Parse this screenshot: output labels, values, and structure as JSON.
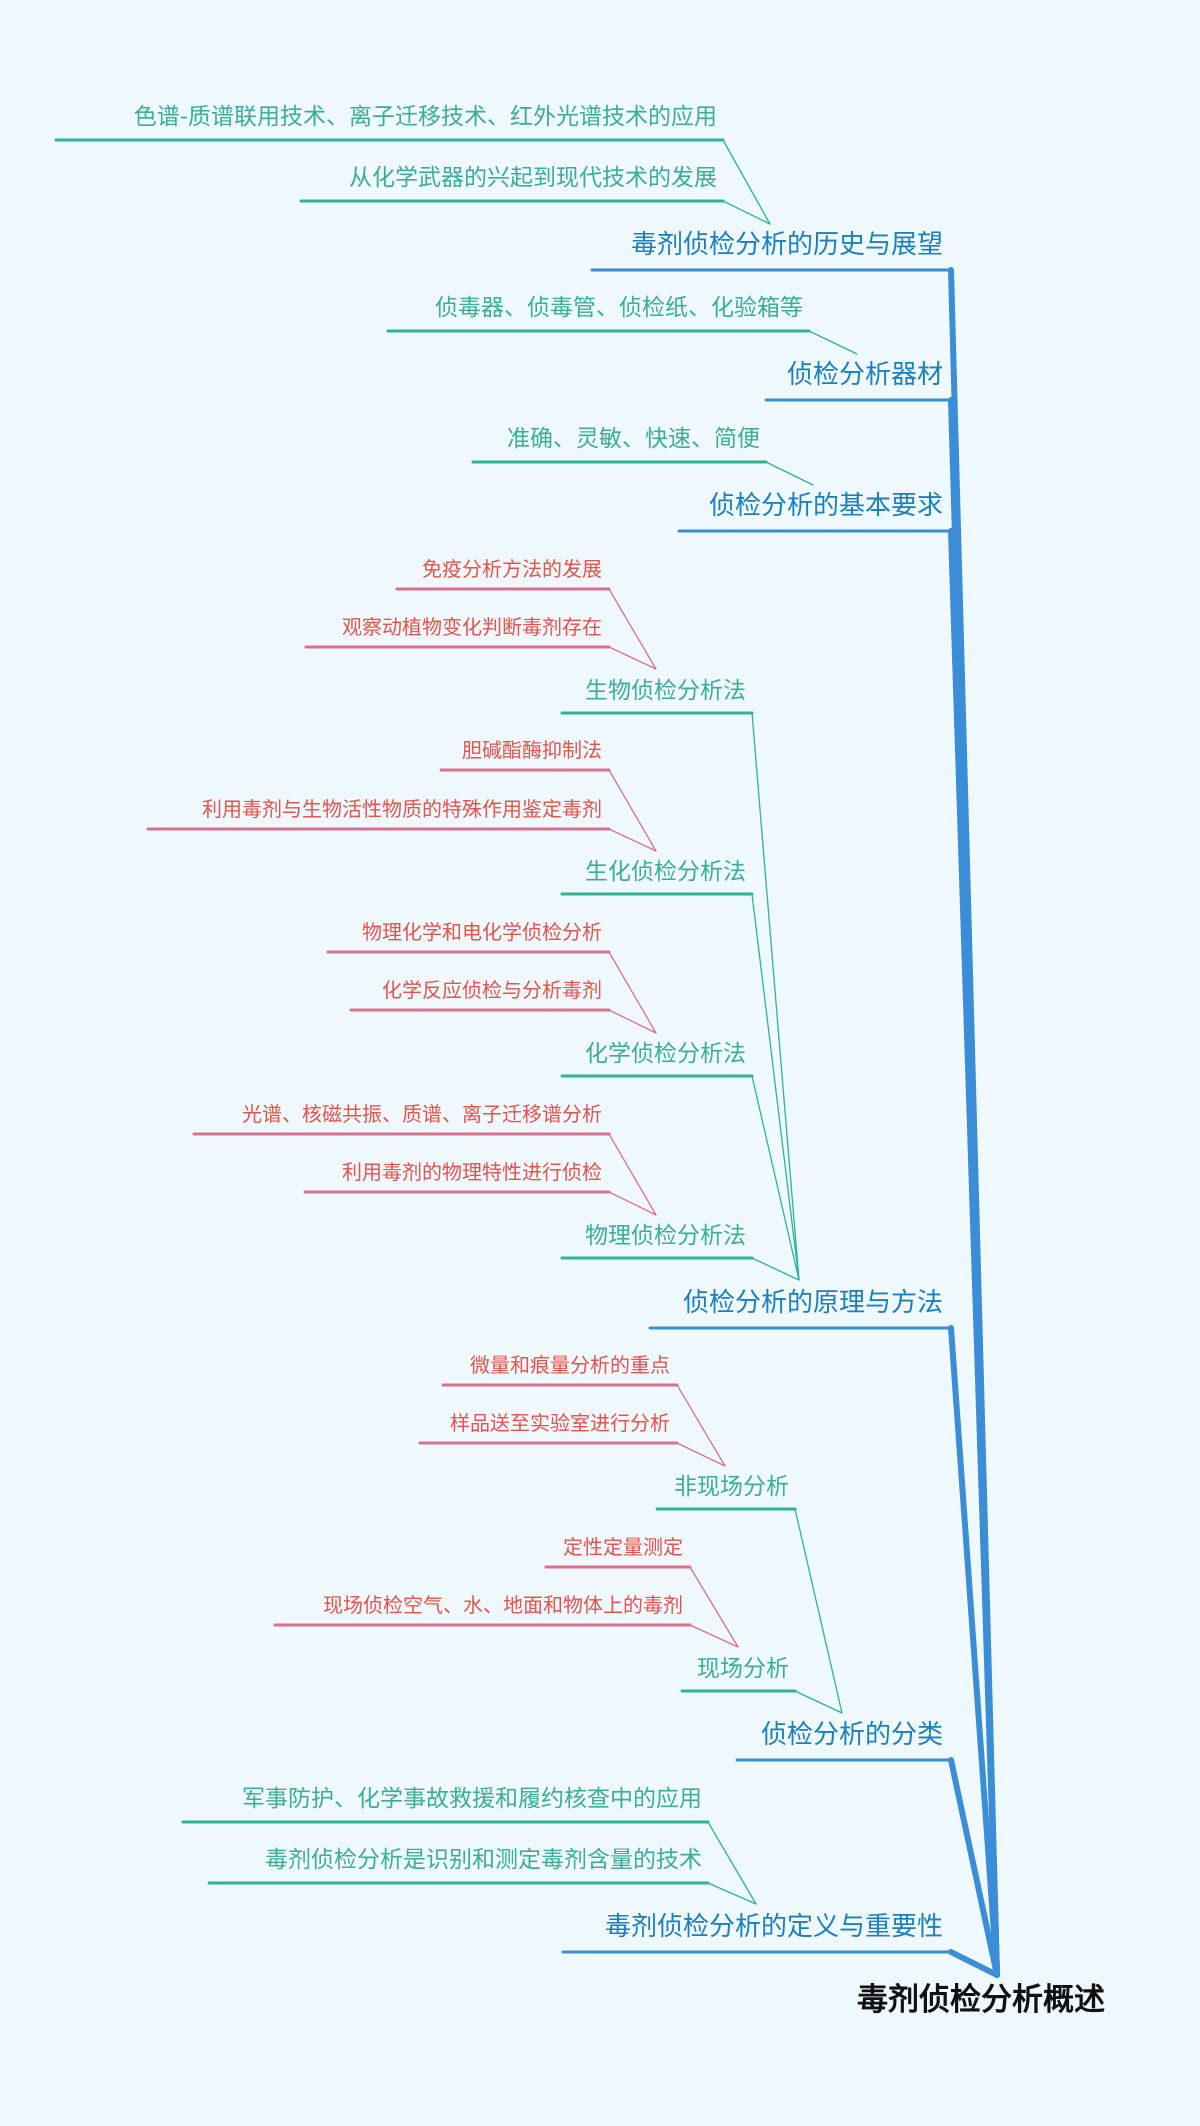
{
  "root": {
    "label": "毒剂侦检分析概述"
  },
  "branches": [
    {
      "label": "毒剂侦检分析的历史与展望",
      "children": [
        {
          "label": "色谱-质谱联用技术、离子迁移技术、红外光谱技术的应用"
        },
        {
          "label": "从化学武器的兴起到现代技术的发展"
        }
      ]
    },
    {
      "label": "侦检分析器材",
      "children": [
        {
          "label": "侦毒器、侦毒管、侦检纸、化验箱等"
        }
      ]
    },
    {
      "label": "侦检分析的基本要求",
      "children": [
        {
          "label": "准确、灵敏、快速、简便"
        }
      ]
    },
    {
      "label": "侦检分析的原理与方法",
      "children": [
        {
          "label": "生物侦检分析法",
          "children": [
            {
              "label": "免疫分析方法的发展"
            },
            {
              "label": "观察动植物变化判断毒剂存在"
            }
          ]
        },
        {
          "label": "生化侦检分析法",
          "children": [
            {
              "label": "胆碱酯酶抑制法"
            },
            {
              "label": "利用毒剂与生物活性物质的特殊作用鉴定毒剂"
            }
          ]
        },
        {
          "label": "化学侦检分析法",
          "children": [
            {
              "label": "物理化学和电化学侦检分析"
            },
            {
              "label": "化学反应侦检与分析毒剂"
            }
          ]
        },
        {
          "label": "物理侦检分析法",
          "children": [
            {
              "label": "光谱、核磁共振、质谱、离子迁移谱分析"
            },
            {
              "label": "利用毒剂的物理特性进行侦检"
            }
          ]
        }
      ]
    },
    {
      "label": "侦检分析的分类",
      "children": [
        {
          "label": "非现场分析",
          "children": [
            {
              "label": "微量和痕量分析的重点"
            },
            {
              "label": "样品送至实验室进行分析"
            }
          ]
        },
        {
          "label": "现场分析",
          "children": [
            {
              "label": "定性定量测定"
            },
            {
              "label": "现场侦检空气、水、地面和物体上的毒剂"
            }
          ]
        }
      ]
    },
    {
      "label": "毒剂侦检分析的定义与重要性",
      "children": [
        {
          "label": "军事防护、化学事故救援和履约核查中的应用"
        },
        {
          "label": "毒剂侦检分析是识别和测定毒剂含量的技术"
        }
      ]
    }
  ],
  "colors": {
    "background": "#EEF8FD",
    "level1_text": "#1A80C0",
    "level1_line": "#3A8DD6",
    "level2_text": "#3AAE96",
    "level2_line": "#2BB594",
    "leaf_red_text": "#E8524A",
    "leaf_red_line": "#D9708F",
    "root_text": "#111111"
  }
}
